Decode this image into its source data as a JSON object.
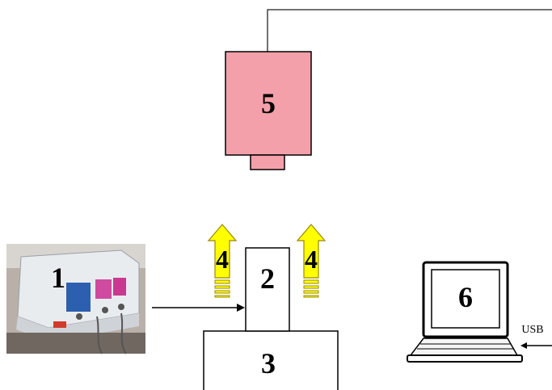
{
  "diagram": {
    "labels": {
      "generator": "1",
      "sample": "2",
      "stand": "3",
      "arrow_left": "4",
      "arrow_right": "4",
      "camera": "5",
      "laptop": "6"
    },
    "usb_label": "USB",
    "colors": {
      "camera_fill": "#f4a0aa",
      "arrow_yellow": "#ffff00",
      "arrow_outline": "#9a8800",
      "photo_device": "#e9ecef",
      "photo_background": "#b9b1a9"
    }
  }
}
